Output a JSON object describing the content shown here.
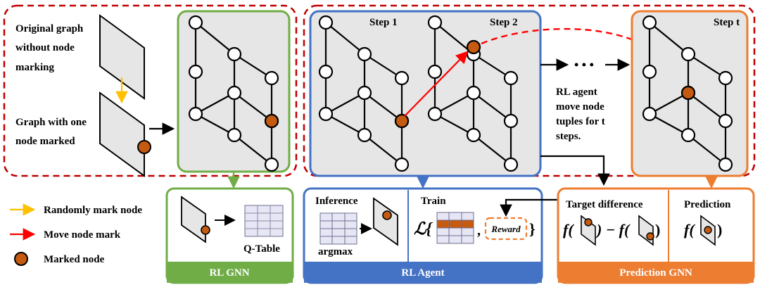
{
  "left_panel": {
    "original_graph_label": [
      "Original graph",
      "without node",
      "marking"
    ],
    "marked_graph_label": [
      "Graph with one",
      "node marked"
    ]
  },
  "steps": {
    "step1": "Step 1",
    "step2": "Step 2",
    "stept": "Step t",
    "ellipsis": "• • •",
    "agent_note": [
      "RL agent",
      "move node",
      "tuples for t",
      "steps."
    ]
  },
  "legend": {
    "randomly_mark": "Randomly mark node",
    "move_mark": "Move node mark",
    "marked_node": "Marked node"
  },
  "rl_gnn": {
    "qtable_label": "Q-Table",
    "footer": "RL GNN"
  },
  "rl_agent": {
    "inference_label": "Inference",
    "argmax_label": "argmax",
    "train_label": "Train",
    "loss_symbol": "ℒ{",
    "reward_label": "Reward",
    "comma": ",",
    "close_brace": "}",
    "footer": "RL Agent"
  },
  "prediction_gnn": {
    "target_difference_label": "Target difference",
    "prediction_label": "Prediction",
    "f1": "f(",
    "minus": ") − f(",
    "close1": ")",
    "f2": "f(",
    "close2": ")",
    "footer": "Prediction GNN"
  },
  "colors": {
    "dashed_red": "#c00000",
    "green": "#70ad47",
    "blue": "#4472c4",
    "orange": "#ed7d31",
    "node_marked": "#c55a11",
    "panel_gray": "#e6e6e6"
  }
}
